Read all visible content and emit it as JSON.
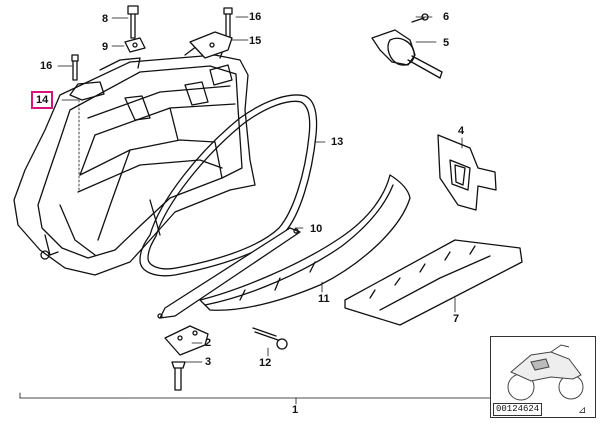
{
  "diagram": {
    "callouts": [
      {
        "id": "c1",
        "text": "1"
      },
      {
        "id": "c2",
        "text": "2"
      },
      {
        "id": "c3",
        "text": "3"
      },
      {
        "id": "c4",
        "text": "4"
      },
      {
        "id": "c5",
        "text": "5"
      },
      {
        "id": "c6",
        "text": "6"
      },
      {
        "id": "c7",
        "text": "7"
      },
      {
        "id": "c8",
        "text": "8"
      },
      {
        "id": "c9",
        "text": "9"
      },
      {
        "id": "c10",
        "text": "10"
      },
      {
        "id": "c11",
        "text": "11"
      },
      {
        "id": "c12",
        "text": "12"
      },
      {
        "id": "c13",
        "text": "13"
      },
      {
        "id": "c14",
        "text": "14",
        "highlighted": true
      },
      {
        "id": "c15",
        "text": "15"
      },
      {
        "id": "c16a",
        "text": "16"
      },
      {
        "id": "c16b",
        "text": "16"
      }
    ],
    "highlight_color": "#d4147a",
    "inset": {
      "code": "00124624"
    }
  }
}
